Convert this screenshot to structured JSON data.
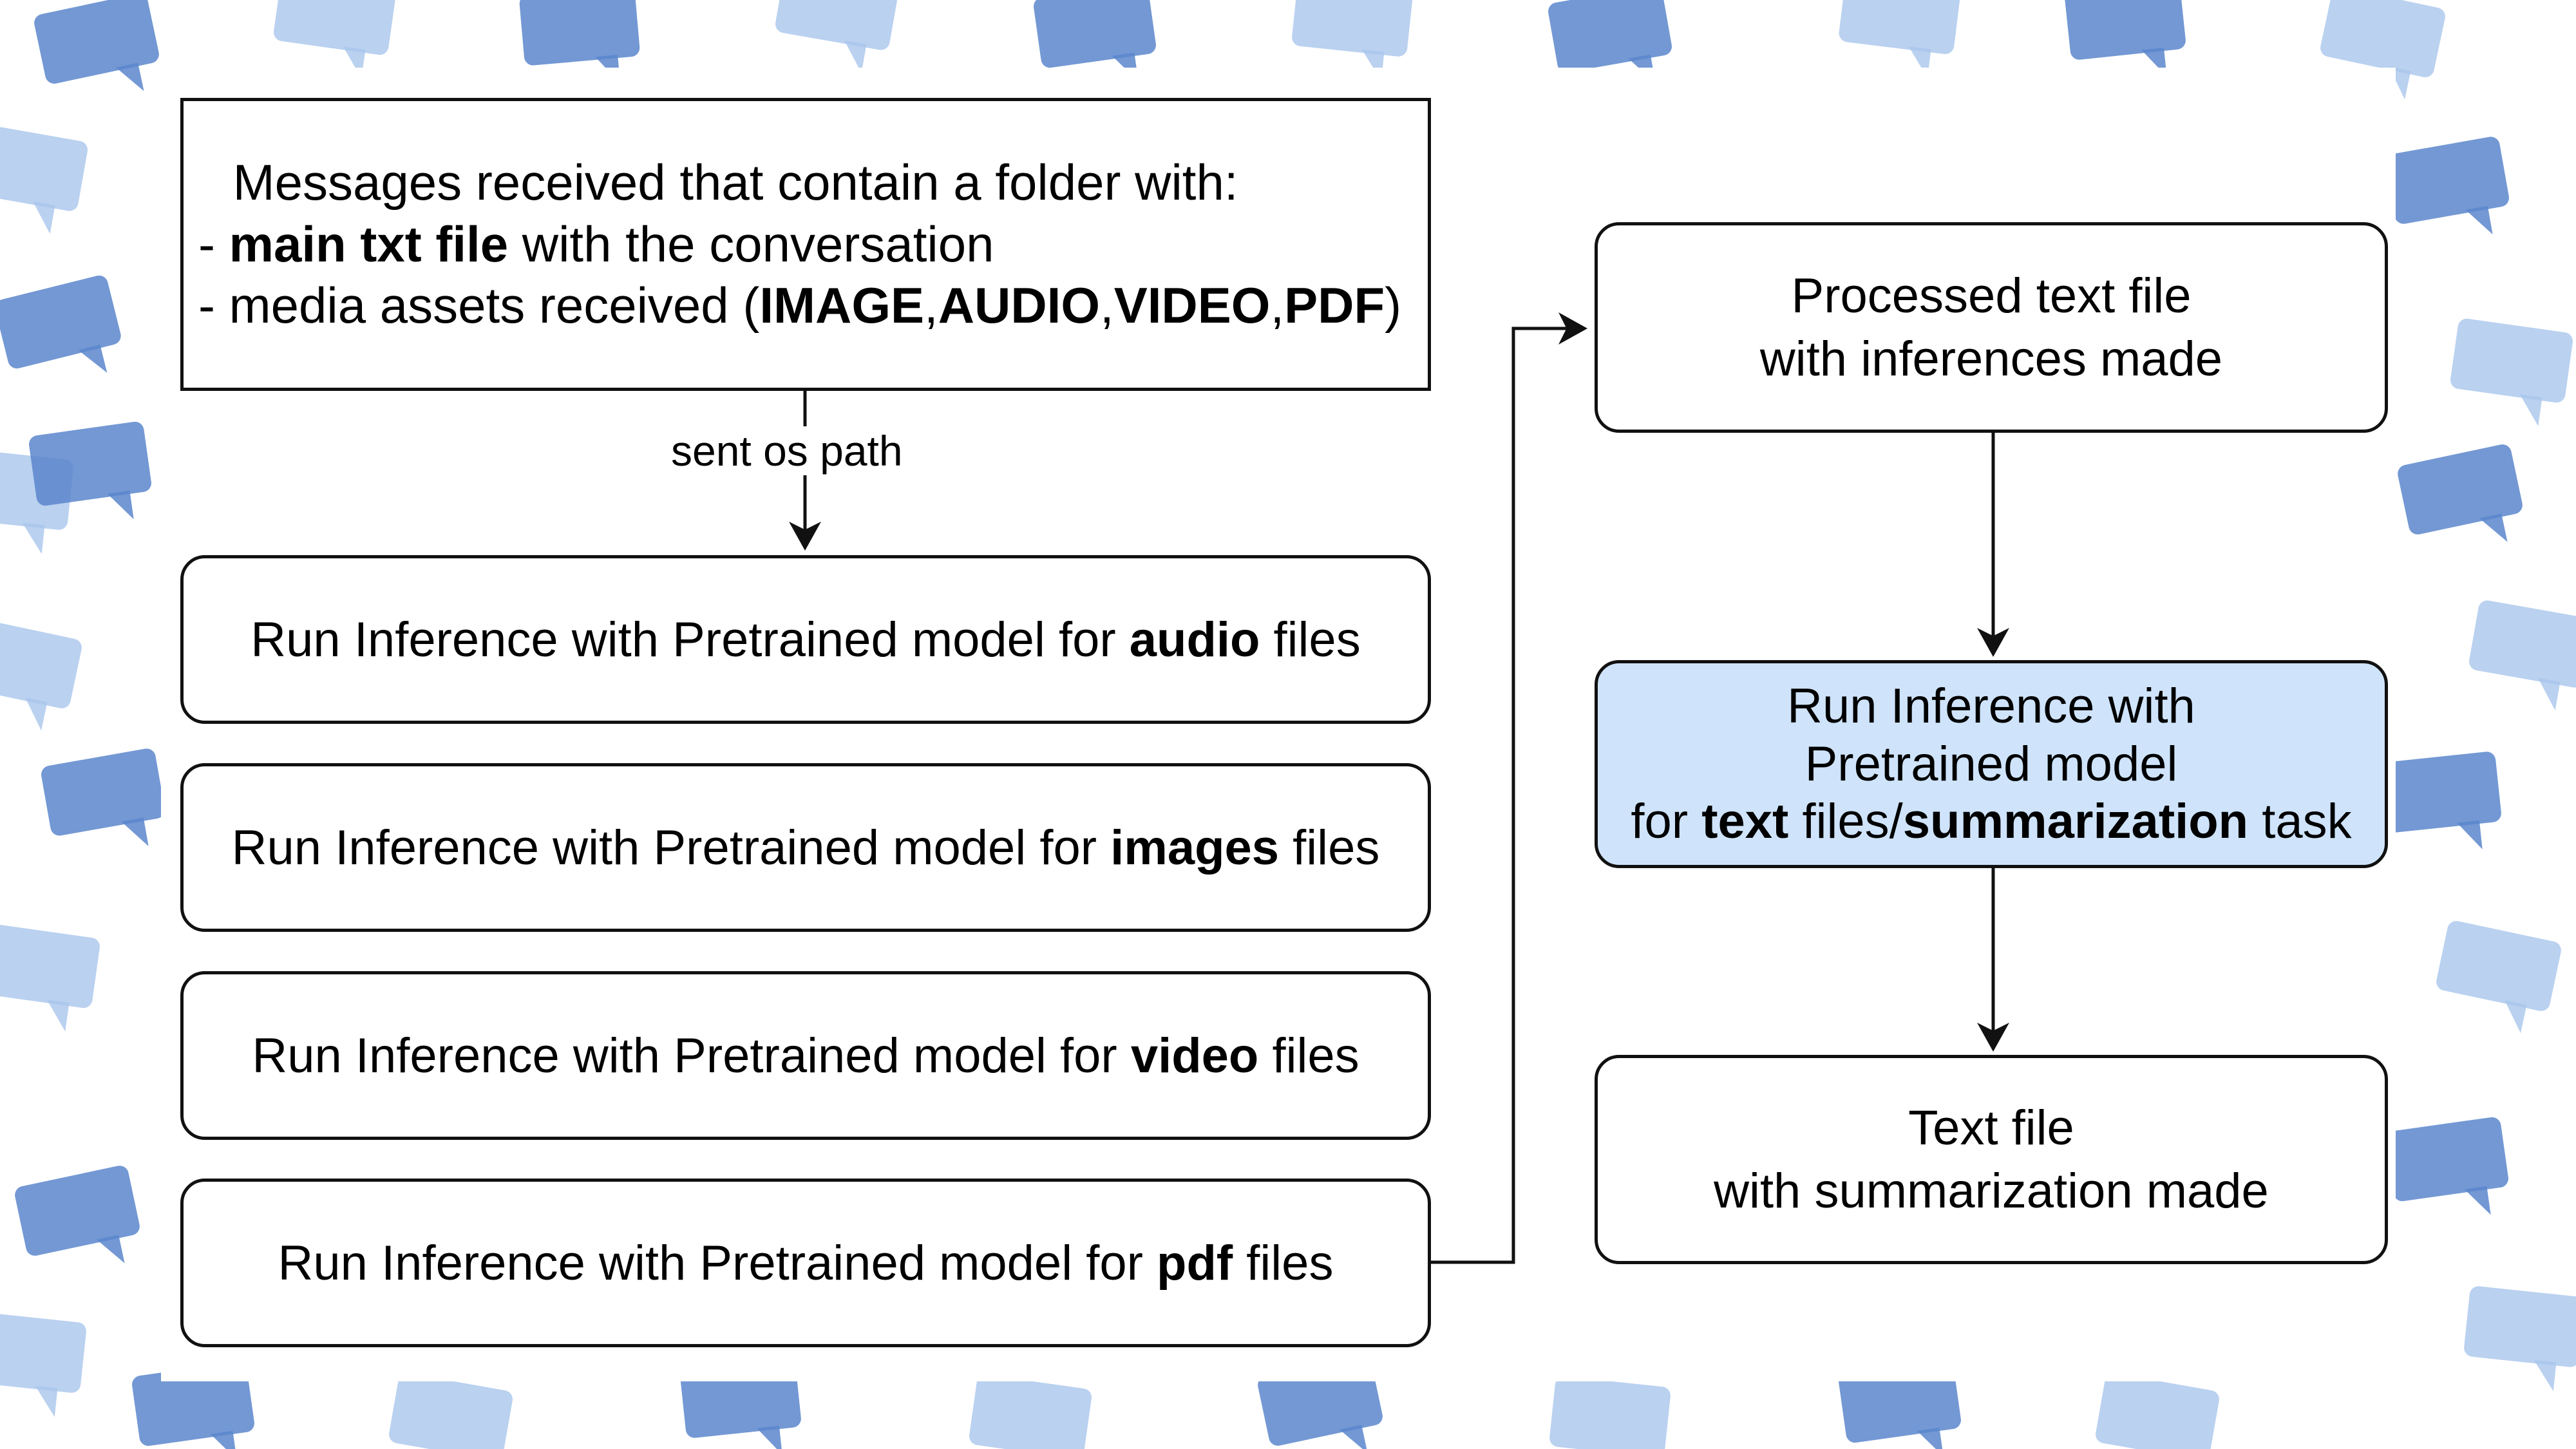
{
  "colors": {
    "highlight_box": "#cfe4fb",
    "bubble_light": "#a9c6ec",
    "bubble_dark": "#5b86cc",
    "stroke": "#111111"
  },
  "input_box": {
    "line1": "Messages received that contain a folder with:",
    "line2_prefix": "- ",
    "line2_bold": "main txt file",
    "line2_rest": " with the conversation",
    "line3_prefix": "- media assets received (",
    "line3_a": "IMAGE",
    "line3_b": "AUDIO",
    "line3_c": "VIDEO",
    "line3_d": "PDF",
    "line3_sep": ",",
    "line3_end": ")"
  },
  "edge_label": "sent os path",
  "inference_boxes": [
    {
      "prefix": "Run Inference with Pretrained model for ",
      "bold": "audio",
      "suffix": " files"
    },
    {
      "prefix": "Run Inference with Pretrained model for ",
      "bold": "images",
      "suffix": " files"
    },
    {
      "prefix": "Run Inference with Pretrained model for ",
      "bold": "video",
      "suffix": " files"
    },
    {
      "prefix": "Run Inference with Pretrained model for ",
      "bold": "pdf",
      "suffix": " files"
    }
  ],
  "processed_box": {
    "line1": "Processed text file",
    "line2": "with inferences made"
  },
  "text_model_box": {
    "line1": "Run Inference with",
    "line2": "Pretrained model",
    "line3_prefix": "for ",
    "line3_bold1": "text",
    "line3_mid": " files/",
    "line3_bold2": "summarization",
    "line3_suffix": " task"
  },
  "output_box": {
    "line1": "Text file",
    "line2": "with summarization made"
  }
}
